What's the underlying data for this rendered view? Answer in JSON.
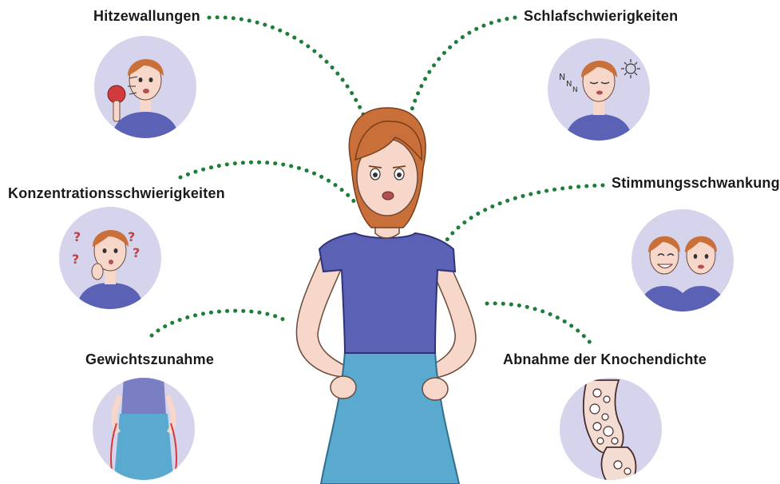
{
  "symptoms": [
    {
      "label": "Hitzewallungen",
      "icon": "hot-flash-fan-icon"
    },
    {
      "label": "Schlafschwierigkeiten",
      "icon": "sleeping-woman-icon"
    },
    {
      "label": "Konzentrationsschwierigkeiten",
      "icon": "confused-woman-icon"
    },
    {
      "label": "Stimmungsschwankungen",
      "icon": "mood-swing-faces-icon"
    },
    {
      "label": "Gewichtszunahme",
      "icon": "weight-gain-silhouette-icon"
    },
    {
      "label": "Abnahme der Knochendichte",
      "icon": "bone-density-icon"
    }
  ],
  "colors": {
    "dots": "#1f7d3a",
    "circle_bg": "#d6d4ec",
    "hair": "#c9703a",
    "skin": "#f6d7c9",
    "top": "#5b62b5",
    "skirt": "#5aaad0",
    "alert_red": "#d23b3b"
  }
}
